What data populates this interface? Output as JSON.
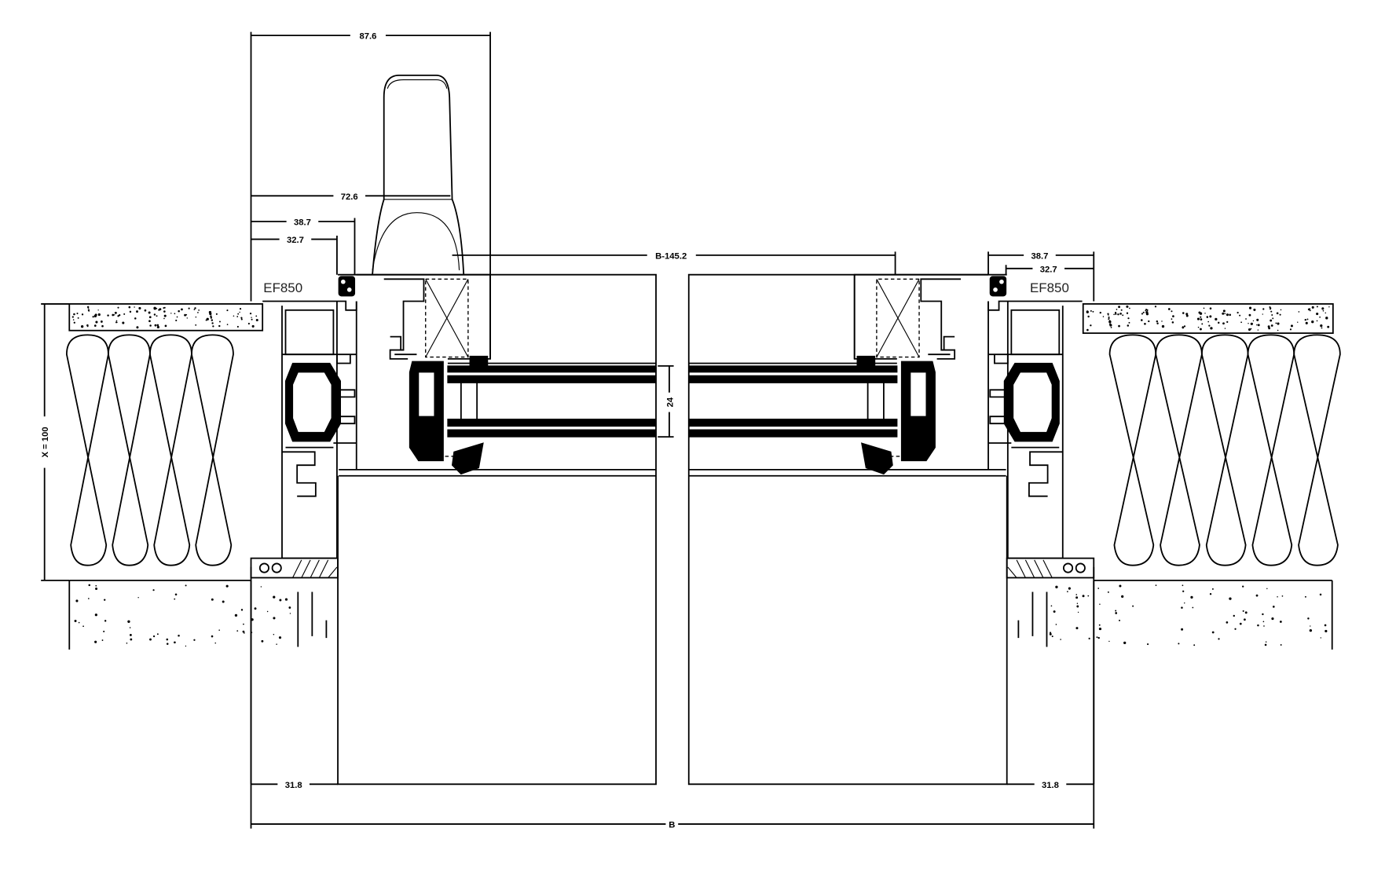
{
  "drawing": {
    "left_profile_label": "EF850",
    "right_profile_label": "EF850",
    "dimensions": {
      "handle_overall": "87.6",
      "handle_offset": "72.6",
      "frame_outer_left": "38.7",
      "frame_inner_left": "32.7",
      "frame_outer_right": "38.7",
      "frame_inner_right": "32.7",
      "glass_width": "B-145.2",
      "glass_thickness": "24",
      "insulation_height": "X = 100",
      "bottom_left_offset": "31.8",
      "bottom_right_offset": "31.8",
      "overall_width": "B"
    },
    "colors": {
      "line": "#000000",
      "background": "#ffffff"
    }
  }
}
